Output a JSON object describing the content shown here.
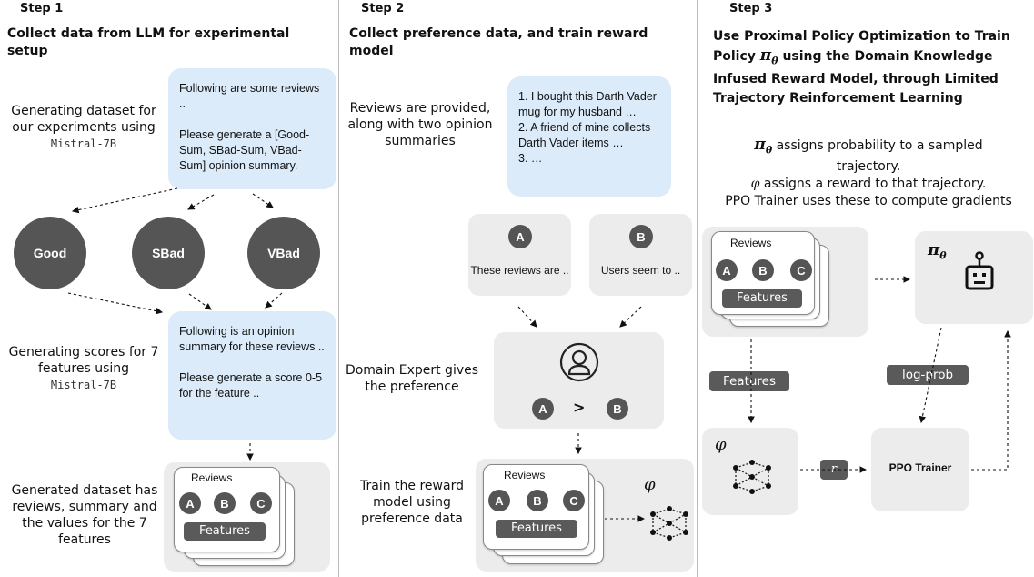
{
  "step1": {
    "label": "Step 1",
    "heading": "Collect data from LLM for experimental setup",
    "desc_generate": "Generating dataset for our experiments using",
    "model_1": "Mistral-7B",
    "prompt_1": "Following are some reviews ..\n\nPlease generate a [Good-Sum, SBad-Sum, VBad-Sum] opinion summary.",
    "classes": [
      "Good",
      "SBad",
      "VBad"
    ],
    "desc_scores": "Generating scores for 7 features using",
    "model_2": "Mistral-7B",
    "prompt_2": "Following is an opinion summary for these reviews ..\n\nPlease generate a score 0-5 for the feature ..",
    "desc_dataset": "Generated dataset has reviews, summary and the values for the 7 features",
    "stack": {
      "reviews": "Reviews",
      "a": "A",
      "b": "B",
      "c": "C",
      "features": "Features"
    }
  },
  "step2": {
    "label": "Step 2",
    "heading": "Collect preference data, and train reward model",
    "desc_reviews": "Reviews are provided, along with two opinion summaries",
    "reviews_list": [
      "1. I bought this Darth Vader mug for my husband …",
      "2. A friend of mine collects Darth Vader items …",
      "3. …"
    ],
    "summary_a": {
      "letter": "A",
      "text": "These reviews are .."
    },
    "summary_b": {
      "letter": "B",
      "text": "Users seem to  .."
    },
    "desc_expert": "Domain Expert gives the preference",
    "pref": {
      "a": "A",
      "op": ">",
      "b": "B"
    },
    "desc_train": "Train the reward model using preference data",
    "phi": "φ",
    "stack": {
      "reviews": "Reviews",
      "a": "A",
      "b": "B",
      "c": "C",
      "features": "Features"
    }
  },
  "step3": {
    "label": "Step 3",
    "heading_1": "Use Proximal Policy Optimization to Train",
    "heading_2_pre": "Policy ",
    "heading_2_post": " using the Domain Knowledge",
    "heading_3": "Infused Reward Model, through Limited",
    "heading_4": "Trajectory Reinforcement Learning",
    "pi_symbol": "π",
    "theta_symbol": "θ",
    "desc_1_post": " assigns probability to a sampled trajectory.",
    "phi": "φ",
    "desc_2_post": " assigns a reward to that trajectory.",
    "desc_3": "PPO Trainer uses these to compute gradients",
    "stack": {
      "reviews": "Reviews",
      "a": "A",
      "b": "B",
      "c": "C",
      "features": "Features"
    },
    "features_tag": "Features",
    "logprob_tag": "log-prob",
    "r_tag": "r",
    "ppo": "PPO Trainer"
  }
}
